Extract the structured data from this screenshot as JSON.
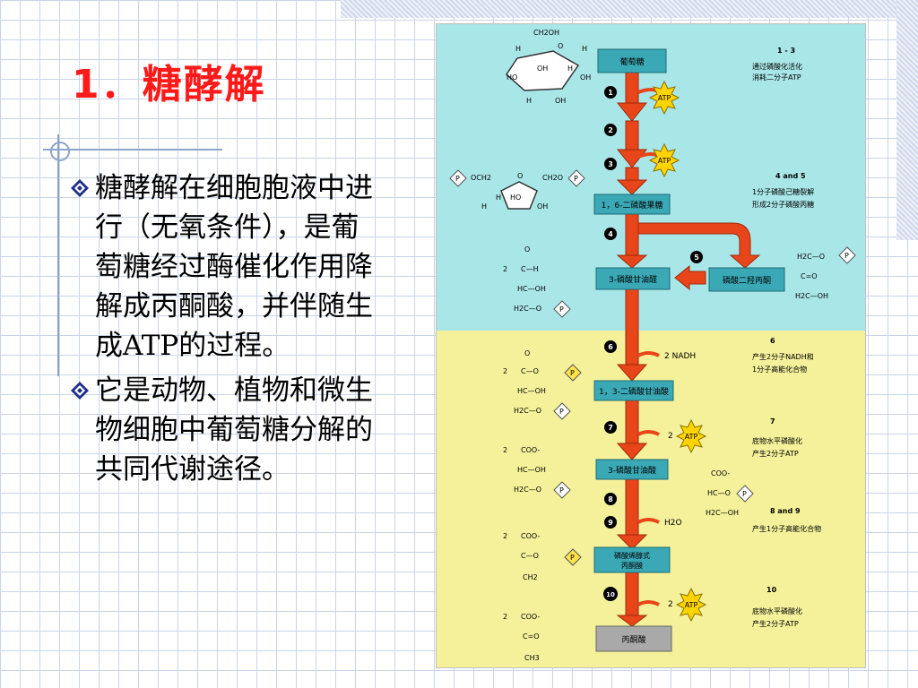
{
  "slide": {
    "title": "1．糖酵解",
    "bullets": [
      "糖酵解在细胞胞液中进行（无氧条件），是葡萄糖经过酶催化作用降解成丙酮酸，并伴随生成ATP的过程。",
      "它是动物、植物和微生物细胞中葡萄糖分解的共同代谢途径。"
    ]
  },
  "diagram": {
    "colors": {
      "top_bg": "#a9e6e8",
      "bottom_bg": "#f4f19a",
      "arrow": "#e8451a",
      "box": "#3aa8b5",
      "final_box": "#a9a9a9",
      "atp_star": "#ffd400",
      "phosphate": "#ffe34a"
    },
    "boxes": [
      "葡萄糖",
      "1，6-二磷酸果糖",
      "3-磷酸甘油醛",
      "磷酸二羟丙酮",
      "1，3-二磷酸甘油酸",
      "3-磷酸甘油酸",
      "磷酸烯醇式丙酮酸",
      "丙酮酸"
    ],
    "step_numbers": [
      "1",
      "2",
      "3",
      "4",
      "5",
      "6",
      "7",
      "8",
      "9",
      "10"
    ],
    "side_outputs": {
      "nadh": "2 NADH",
      "atp": "ATP",
      "coef": "2",
      "water": "H2O"
    },
    "notes": [
      {
        "badge": "1 - 3",
        "lines": [
          "通过磷酸化活化",
          "消耗二分子ATP"
        ]
      },
      {
        "badge": "4 and 5",
        "lines": [
          "1分子磷酸己糖裂解",
          "形成2分子磷酸丙糖"
        ]
      },
      {
        "badge": "6",
        "lines": [
          "产生2分子NADH和",
          "1分子高能化合物"
        ]
      },
      {
        "badge": "7",
        "lines": [
          "底物水平磷酸化",
          "产生2分子ATP"
        ]
      },
      {
        "badge": "8 and 9",
        "lines": [
          "产生1分子高能化合物"
        ]
      },
      {
        "badge": "10",
        "lines": [
          "底物水平磷酸化",
          "产生2分子ATP"
        ]
      }
    ],
    "structure_labels": {
      "glucose": [
        "CH2OH",
        "H",
        "O",
        "H",
        "OH",
        "H",
        "HO",
        "OH",
        "H",
        "OH"
      ],
      "fbp": [
        "P",
        "OCH2",
        "O",
        "CH2O",
        "P",
        "H",
        "HO",
        "H",
        "OH"
      ],
      "g3p": [
        "O",
        "C—H",
        "HC—OH",
        "H2C—O",
        "P",
        "2"
      ],
      "dhap": [
        "H2C—O",
        "P",
        "C=O",
        "H2C—OH"
      ],
      "bpg": [
        "O",
        "C—O",
        "P",
        "HC—OH",
        "H2C—O",
        "P",
        "2"
      ],
      "pg3": [
        "COO-",
        "HC—OH",
        "H2C—O",
        "P",
        "2"
      ],
      "pg2": [
        "COO-",
        "HC—O",
        "P",
        "H2C—OH"
      ],
      "pep": [
        "COO-",
        "C—O",
        "P",
        "CH2",
        "2"
      ],
      "pyr": [
        "COO-",
        "C=O",
        "CH3",
        "2"
      ]
    }
  }
}
